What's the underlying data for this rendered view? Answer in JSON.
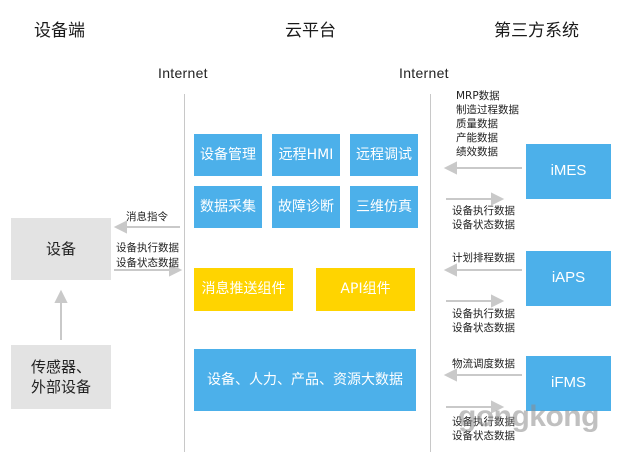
{
  "headings": {
    "device_side": "设备端",
    "cloud": "云平台",
    "third_party": "第三方系统"
  },
  "internet": {
    "left": "Internet",
    "right": "Internet"
  },
  "device": {
    "box": "设备",
    "sensor_line1": "传感器、",
    "sensor_line2": "外部设备",
    "msg_label": "消息指令",
    "data_line1": "设备执行数据",
    "data_line2": "设备状态数据"
  },
  "cloud": {
    "modules": [
      "设备管理",
      "远程HMI",
      "远程调试",
      "数据采集",
      "故障诊断",
      "三维仿真"
    ],
    "push_component": "消息推送组件",
    "api_component": "API组件",
    "big_data": "设备、人力、产品、资源大数据"
  },
  "third_party": {
    "imes": "iMES",
    "iaps": "iAPS",
    "ifms": "iFMS",
    "imes_in": [
      "MRP数据",
      "制造过程数据",
      "质量数据",
      "产能数据",
      "绩效数据"
    ],
    "imes_out": [
      "设备执行数据",
      "设备状态数据"
    ],
    "iaps_in": "计划排程数据",
    "iaps_out": [
      "设备执行数据",
      "设备状态数据"
    ],
    "ifms_in": "物流调度数据",
    "ifms_out": [
      "设备执行数据",
      "设备状态数据"
    ]
  },
  "watermark": "gongkong",
  "colors": {
    "module_blue": "#4cb0ea",
    "component_yellow": "#ffd400",
    "device_gray": "#e3e3e3",
    "arrow_gray": "#c9c9c9"
  }
}
